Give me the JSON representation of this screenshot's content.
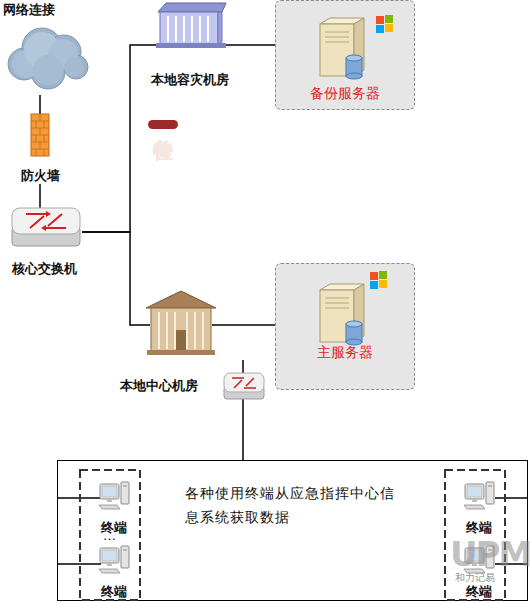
{
  "diagram": {
    "nodes": [
      {
        "text": [
          "网络连接"
        ]
      },
      {
        "text": [
          "防火墙"
        ]
      },
      {
        "text": [
          "核心交换机"
        ]
      },
      {
        "text": [
          "本地容灾机房"
        ]
      },
      {
        "text": [
          "备份服务器"
        ]
      },
      {
        "text": [
          "本地中心机房"
        ]
      },
      {
        "text": [
          "主服务器"
        ]
      },
      {
        "text": [
          "各种使用终端从应急指挥中心信息系统获取数据"
        ]
      },
      {
        "text": [
          "终端"
        ],
        "in": 7
      },
      {
        "text": [
          "终端"
        ],
        "in": 7
      },
      {
        "text": [
          "终端"
        ],
        "in": 7
      },
      {
        "text": [
          "终端"
        ],
        "in": 7
      }
    ],
    "edges": [
      {
        "from": 0,
        "to": 1,
        "arrow": "none"
      },
      {
        "from": 1,
        "to": 2,
        "arrow": "none"
      },
      {
        "from": 2,
        "to": 3,
        "arrow": "none"
      },
      {
        "from": 3,
        "to": 4,
        "arrow": "none"
      },
      {
        "from": 2,
        "to": 5,
        "arrow": "none"
      },
      {
        "from": 5,
        "to": 6,
        "arrow": "none"
      },
      {
        "from": 5,
        "to": 7,
        "arrow": "none"
      },
      {
        "from": 7,
        "to": 8,
        "arrow": "none"
      },
      {
        "from": 7,
        "to": 9,
        "arrow": "none"
      },
      {
        "from": 7,
        "to": 10,
        "arrow": "none"
      },
      {
        "from": 7,
        "to": 11,
        "arrow": "none"
      }
    ],
    "labels": [
      "…",
      "备特佳",
      "UPM",
      "和力记易"
    ]
  }
}
